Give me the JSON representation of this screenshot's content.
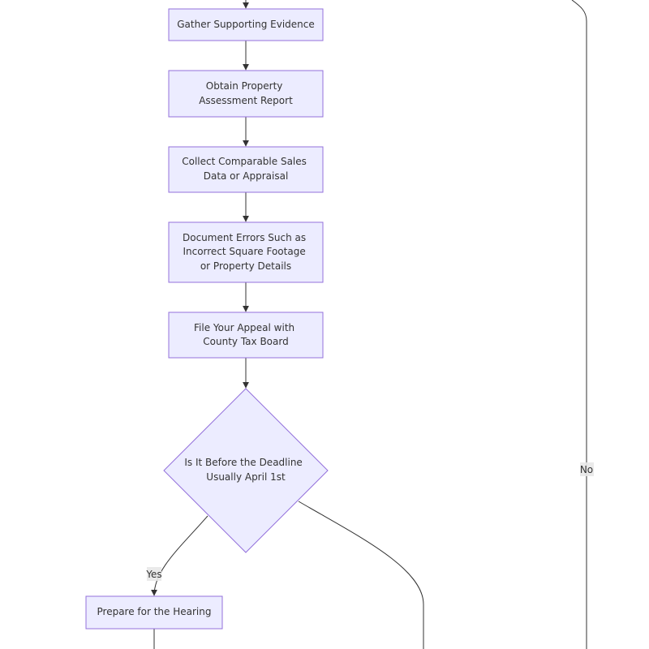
{
  "diagram": {
    "nodes": {
      "gather_evidence": [
        "Gather Supporting Evidence"
      ],
      "obtain_report": [
        "Obtain Property",
        "Assessment Report"
      ],
      "collect_sales": [
        "Collect Comparable Sales",
        "Data or Appraisal"
      ],
      "document_errors": [
        "Document Errors Such as",
        "Incorrect Square Footage",
        "or Property Details"
      ],
      "file_appeal": [
        "File Your Appeal with",
        "County Tax Board"
      ],
      "deadline_decision": [
        "Is It Before the Deadline",
        "Usually April 1st"
      ],
      "prepare_hearing": [
        "Prepare for the Hearing"
      ]
    },
    "edge_labels": {
      "yes": "Yes",
      "no": "No"
    },
    "colors": {
      "node_fill": "#ECECFF",
      "node_stroke": "#9370DB",
      "edge": "#333333",
      "label_bg": "#E8E8E8"
    }
  }
}
